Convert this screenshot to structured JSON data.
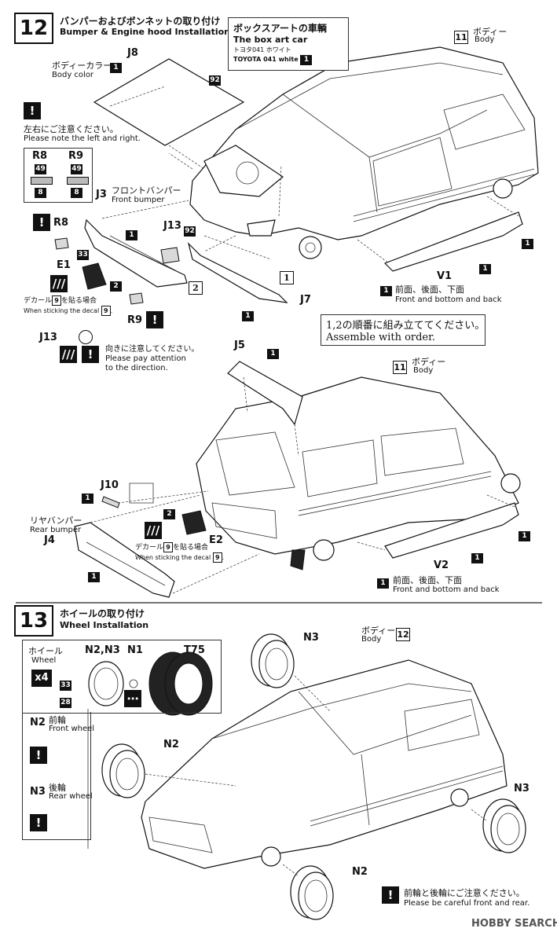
{
  "step12": {
    "number": "12",
    "title_jp": "バンパーおよびボンネットの取り付け",
    "title_en": "Bumper & Engine hood Installation",
    "boxart": {
      "jp": "ボックスアートの車輌",
      "en": "The box art car",
      "color_jp": "トヨタ041 ホワイト",
      "color_en": "TOYOTA 041 white",
      "num": "1"
    },
    "body_ref": {
      "num": "11",
      "jp": "ボディー",
      "en": "Body"
    },
    "j8": {
      "label": "J8",
      "color_jp": "ボディーカラー",
      "color_en": "Body color",
      "num1": "1",
      "num2": "92"
    },
    "caution1": {
      "jp": "左右にご注意ください。",
      "en": "Please note the left and right."
    },
    "r8": "R8",
    "r9": "R9",
    "r_top": "49",
    "r_bot": "8",
    "j3": {
      "label": "J3",
      "jp": "フロントバンパー",
      "en": "Front bumper",
      "num": "1"
    },
    "r8b": "R8",
    "j13": "J13",
    "j13_num": "92",
    "e1": "E1",
    "e1_num": "2",
    "num33": "33",
    "decal": {
      "jp": "デカール",
      "num": "9",
      "jp2": "を貼る場合",
      "en": "When sticking the decal",
      "en_num": "9"
    },
    "r9b": "R9",
    "j7": {
      "label": "J7",
      "num": "1"
    },
    "order1": "1",
    "order2": "2",
    "v1": {
      "label": "V1",
      "num": "1",
      "jp": "前面、後面、下面",
      "en": "Front and bottom and back"
    },
    "assemble": {
      "jp": "1,2の順番に組み立ててください。",
      "en": "Assemble with order."
    },
    "j13b": "J13",
    "direction": {
      "jp": "向きに注意してください。",
      "en1": "Please pay attention",
      "en2": "to the direction."
    },
    "body_ref2": {
      "num": "11",
      "jp": "ボディー",
      "en": "Body"
    },
    "j5": {
      "label": "J5",
      "num": "1"
    },
    "j10": {
      "label": "J10",
      "num": "1"
    },
    "j4": {
      "label": "J4",
      "jp": "リヤバンパー",
      "en": "Rear bumper",
      "num": "1"
    },
    "e2": {
      "label": "E2",
      "num": "2"
    },
    "decal2": {
      "jp": "デカール",
      "num": "9",
      "jp2": "を貼る場合",
      "en": "When sticking the decal",
      "en_num": "9"
    },
    "v2": {
      "label": "V2",
      "num": "1",
      "jp": "前面、後面、下面",
      "en": "Front and bottom and back"
    }
  },
  "step13": {
    "number": "13",
    "title_jp": "ホイールの取り付け",
    "title_en": "Wheel Installation",
    "wheel_jp": "ホイール",
    "wheel_en": "Wheel",
    "n2n3": "N2,N3",
    "n1": "N1",
    "t75": "T75",
    "x4": "x4",
    "num33": "33",
    "num28": "28",
    "n2_front": {
      "label": "N2",
      "jp": "前輪",
      "en": "Front wheel"
    },
    "n3_rear": {
      "label": "N3",
      "jp": "後輪",
      "en": "Rear wheel"
    },
    "body_ref": {
      "num": "12",
      "jp": "ボディー",
      "en": "Body"
    },
    "n3_top": "N3",
    "n2_left": "N2",
    "n3_right": "N3",
    "n2_bottom": "N2",
    "careful": {
      "jp": "前輪と後輪にご注意ください。",
      "en": "Please be careful front and rear."
    }
  },
  "watermark": "HOBBY SEARCH"
}
